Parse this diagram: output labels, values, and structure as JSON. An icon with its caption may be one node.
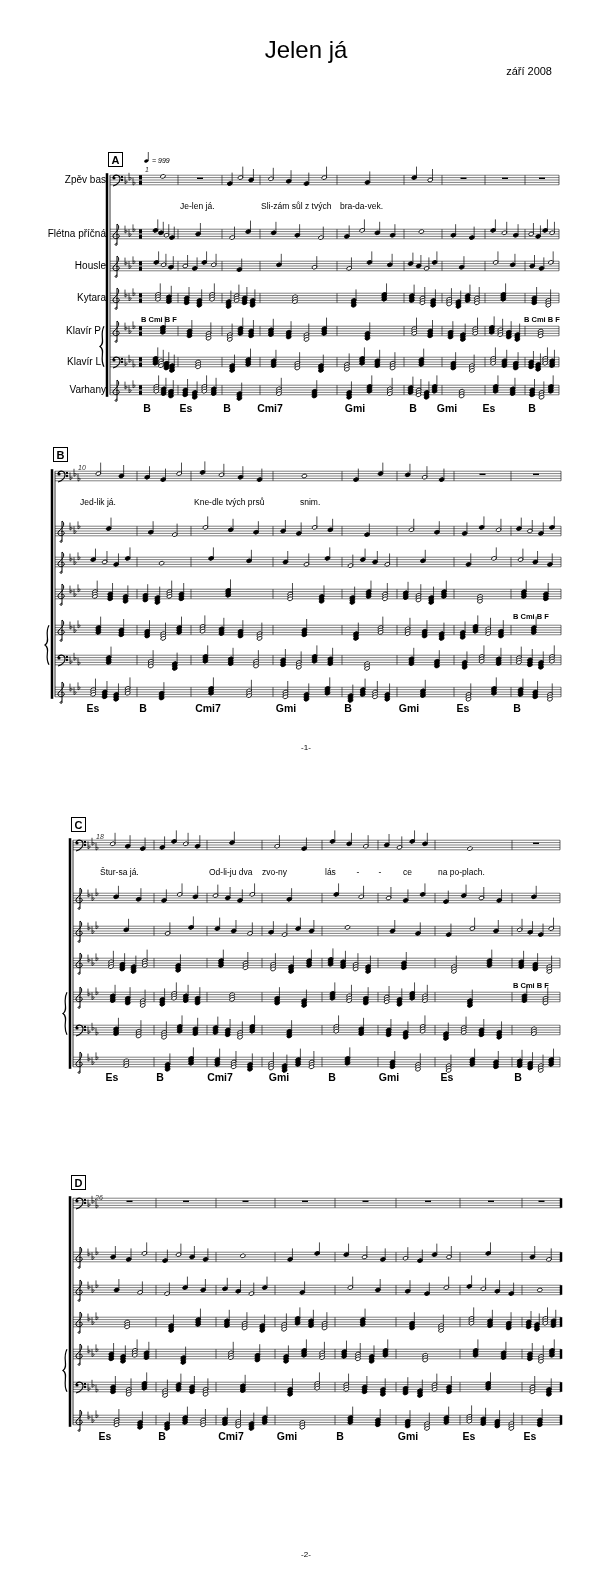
{
  "diagram": {
    "title": "Jelen já",
    "nodes": [
      {
        "text": [
          "A"
        ]
      },
      {
        "text": [
          "B"
        ]
      },
      {
        "text": [
          "C"
        ]
      },
      {
        "text": [
          "D"
        ]
      }
    ],
    "labels": [
      "září 2008",
      "= 999",
      "1",
      "Zpěv bas",
      "Je-len já.",
      "Sli-zám sůl z tvých",
      "bra-da-vek.",
      "Flétna příčná",
      "Housle",
      "Kytara",
      "B Cmi B F",
      "B Cmi B F",
      "Klavír P",
      "Klavír L",
      "Varhany",
      "B",
      "Es",
      "B",
      "Cmi7",
      "Gmi",
      "B",
      "Gmi",
      "Es",
      "B",
      "10",
      "Jed-lik já.",
      "Kne-dle tvých prsů",
      "snim.",
      "B Cmi B F",
      "Es",
      "B",
      "Cmi7",
      "Gmi",
      "B",
      "Gmi",
      "Es",
      "B",
      "-1-",
      "18",
      "Štur-sa já.",
      "Od-li-ju dva",
      "zvo-ny",
      "lás",
      "-",
      "-",
      "ce",
      "na po-plach.",
      "B Cmi B F",
      "Es",
      "B",
      "Cmi7",
      "Gmi",
      "B",
      "Gmi",
      "Es",
      "B",
      "26",
      "Es",
      "B",
      "Cmi7",
      "Gmi",
      "B",
      "Gmi",
      "Es",
      "Es",
      "-2-"
    ]
  }
}
